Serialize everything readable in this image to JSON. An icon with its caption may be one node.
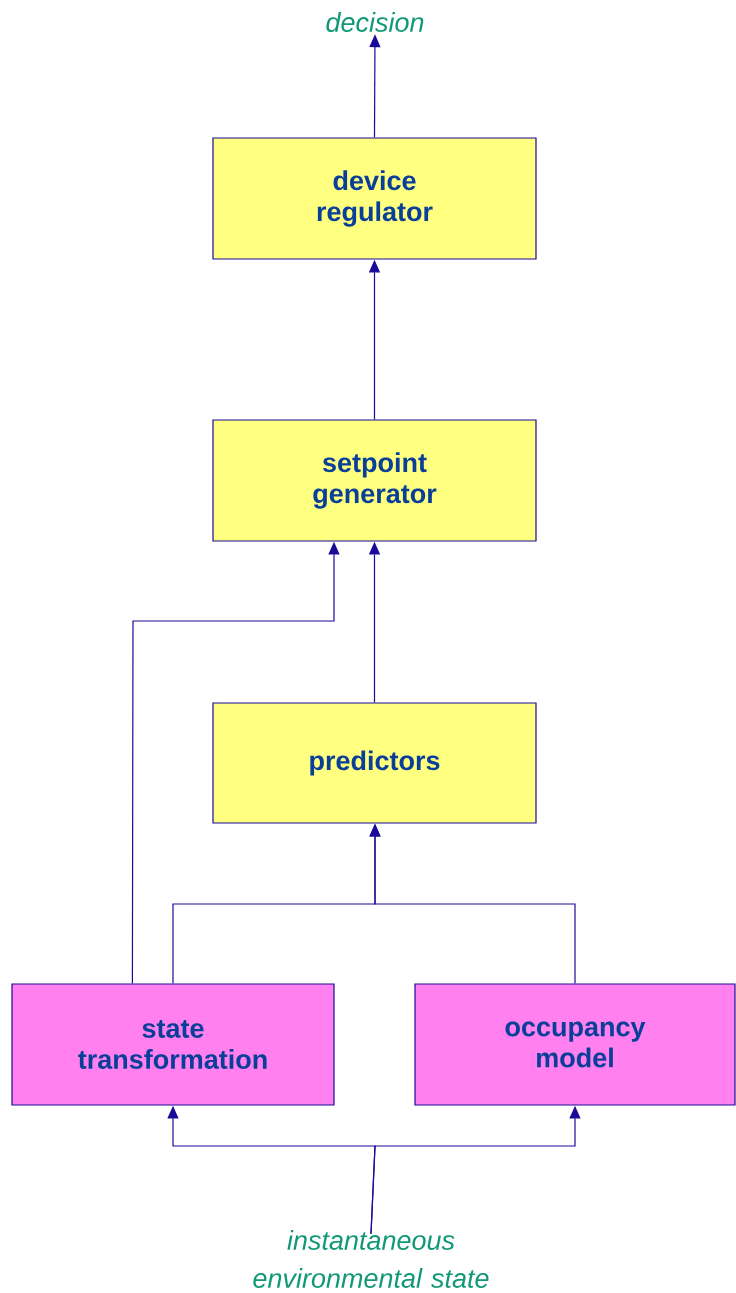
{
  "diagram": {
    "nodes": [
      {
        "text": [
          "decision"
        ]
      },
      {
        "text": [
          "device regulator"
        ]
      },
      {
        "text": [
          "setpoint generator"
        ]
      },
      {
        "text": [
          "predictors"
        ]
      },
      {
        "text": [
          "state transformation"
        ]
      },
      {
        "text": [
          "occupancy model"
        ]
      },
      {
        "text": [
          "instantaneous environmental state"
        ]
      }
    ],
    "edges": [
      {
        "from": 1,
        "to": 0,
        "arrow": "to"
      },
      {
        "from": 2,
        "to": 1,
        "arrow": "to"
      },
      {
        "from": 4,
        "to": 2,
        "arrow": "to"
      },
      {
        "from": 3,
        "to": 2,
        "arrow": "to"
      },
      {
        "from": 4,
        "to": 3,
        "arrow": "to"
      },
      {
        "from": 5,
        "to": 3,
        "arrow": "to"
      },
      {
        "from": 6,
        "to": 4,
        "arrow": "to"
      },
      {
        "from": 6,
        "to": 5,
        "arrow": "to"
      }
    ]
  }
}
